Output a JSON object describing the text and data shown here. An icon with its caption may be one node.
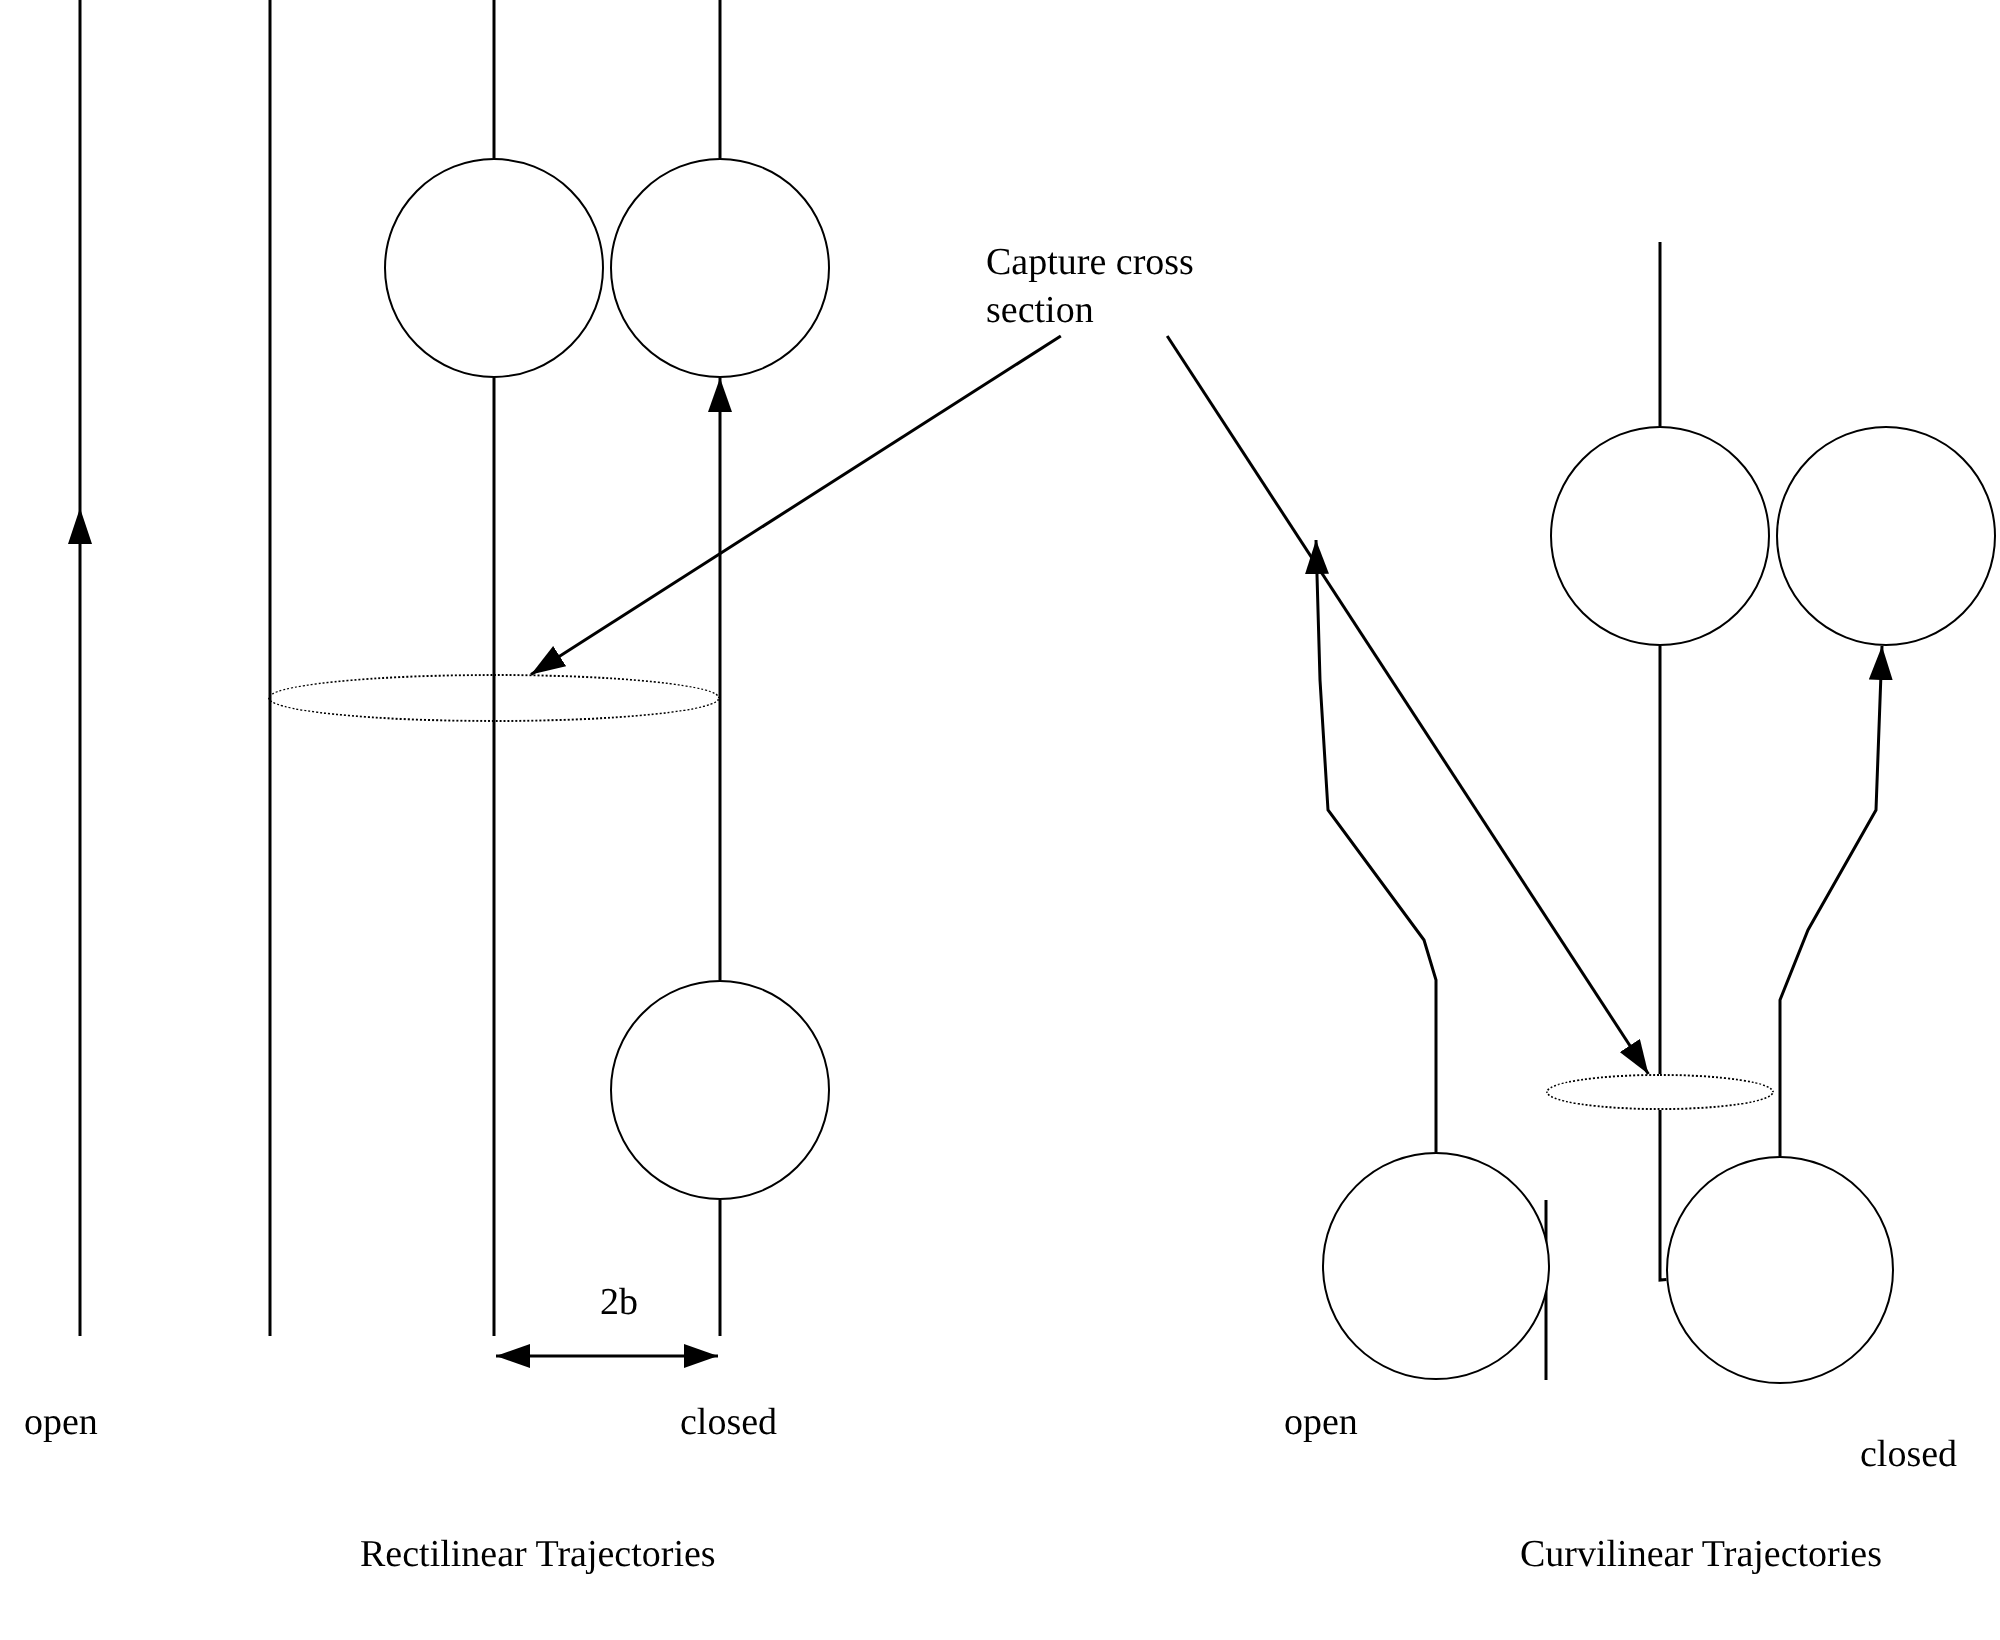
{
  "diagram": {
    "nodes": [
      {
        "text": [],
        "shape": "circle"
      },
      {
        "text": [],
        "shape": "circle"
      },
      {
        "text": [
          "Capture cross section"
        ]
      },
      {
        "text": [],
        "shape": "ellipse"
      },
      {
        "text": [],
        "shape": "circle"
      },
      {
        "text": [],
        "shape": "circle"
      },
      {
        "text": [],
        "shape": "circle"
      },
      {
        "text": [],
        "shape": "ellipse"
      },
      {
        "text": [],
        "shape": "circle"
      },
      {
        "text": [],
        "shape": "circle"
      }
    ],
    "edges": [
      {
        "from": 6,
        "to": 1,
        "arrow": "to"
      },
      {
        "from": 2,
        "to": 3,
        "arrow": "to"
      },
      {
        "from": 2,
        "to": 7,
        "arrow": "to"
      },
      {
        "from": 8,
        "to": null,
        "arrow": "to"
      },
      {
        "from": 9,
        "to": 5,
        "arrow": "to"
      },
      {
        "from": 4,
        "to": 7,
        "arrow": "none"
      },
      {
        "from": 7,
        "to": 9,
        "arrow": "none"
      }
    ],
    "labels": [
      "2b",
      "open",
      "closed",
      "open",
      "closed",
      "Rectilinear Trajectories",
      "Curvilinear Trajectories"
    ]
  }
}
